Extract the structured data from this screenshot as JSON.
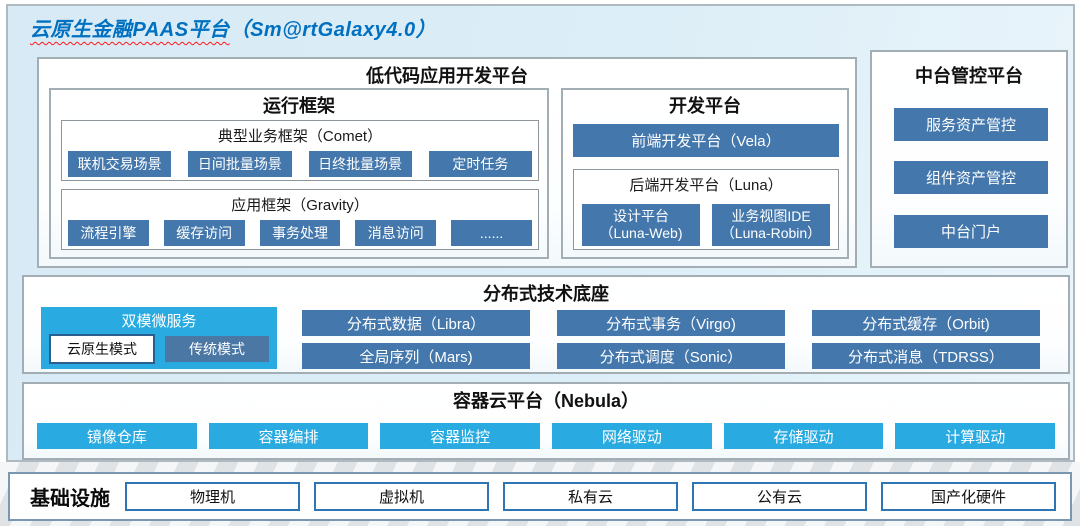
{
  "title": {
    "main": "云原生金融PAAS平台",
    "suffix": "（Sm@rtGalaxy4.0）"
  },
  "colors": {
    "title_blue": "#0070c0",
    "steel_blue": "#4478ad",
    "cyan": "#29abe2",
    "chip_border_blue": "#2e75b6",
    "canvas_blue": "#dceef7"
  },
  "lowcode": {
    "heading": "低代码应用开发平台",
    "runtime": {
      "heading": "运行框架",
      "comet": {
        "label": "典型业务框架（Comet）",
        "buttons": [
          "联机交易场景",
          "日间批量场景",
          "日终批量场景",
          "定时任务"
        ]
      },
      "gravity": {
        "label": "应用框架（Gravity）",
        "buttons": [
          "流程引擎",
          "缓存访问",
          "事务处理",
          "消息访问",
          "......"
        ]
      }
    },
    "dev": {
      "heading": "开发平台",
      "vela_button": "前端开发平台（Vela）",
      "luna": {
        "label": "后端开发平台（Luna）",
        "buttons": [
          {
            "line1": "设计平台",
            "line2": "（Luna-Web)"
          },
          {
            "line1": "业务视图IDE",
            "line2": "（Luna-Robin）"
          }
        ]
      }
    }
  },
  "midplatform": {
    "heading": "中台管控平台",
    "buttons": [
      "服务资产管控",
      "组件资产管控",
      "中台门户"
    ]
  },
  "distributed": {
    "heading": "分布式技术底座",
    "dualmode": {
      "label": "双模微服务",
      "chips": [
        "云原生模式",
        "传统模式"
      ]
    },
    "row1": [
      "分布式数据（Libra）",
      "分布式事务（Virgo)",
      "分布式缓存（Orbit)"
    ],
    "row2": [
      "全局序列（Mars)",
      "分布式调度（Sonic）",
      "分布式消息（TDRSS）"
    ]
  },
  "container_cloud": {
    "heading": "容器云平台（Nebula）",
    "buttons": [
      "镜像仓库",
      "容器编排",
      "容器监控",
      "网络驱动",
      "存储驱动",
      "计算驱动"
    ]
  },
  "infrastructure": {
    "heading": "基础设施",
    "chips": [
      "物理机",
      "虚拟机",
      "私有云",
      "公有云",
      "国产化硬件"
    ]
  }
}
